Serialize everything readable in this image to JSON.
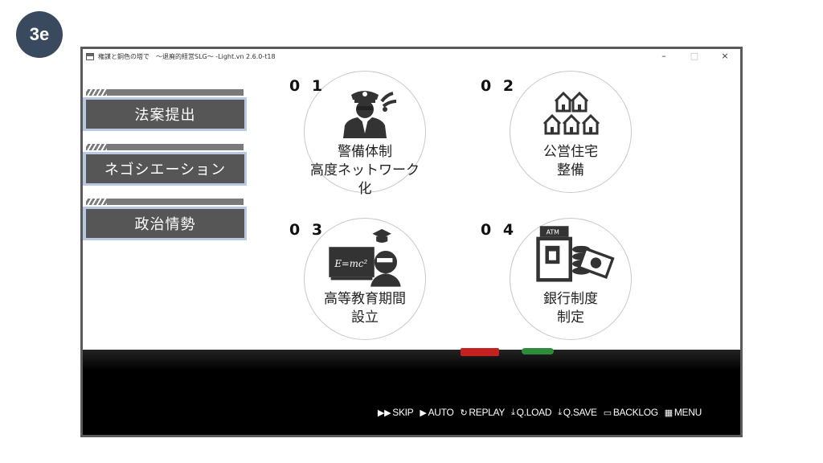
{
  "slide_badge": "3e",
  "window": {
    "title": "権謀と銅色の塔で　〜退廃的経営SLG〜 -Light.vn 2.6.0-t18",
    "controls": [
      "–",
      "□",
      "×"
    ]
  },
  "menu": [
    {
      "label": "法案提出"
    },
    {
      "label": "ネゴシエーション"
    },
    {
      "label": "政治情勢"
    }
  ],
  "options": [
    {
      "number": "0 1",
      "line1": "警備体制",
      "line2": "高度ネットワーク化",
      "icon": "police-network-icon"
    },
    {
      "number": "0 2",
      "line1": "公営住宅",
      "line2": "整備",
      "icon": "houses-icon"
    },
    {
      "number": "0 3",
      "line1": "高等教育期間",
      "line2": "設立",
      "icon": "education-icon",
      "board_text": "E=mc²"
    },
    {
      "number": "0 4",
      "line1": "銀行制度",
      "line2": "制定",
      "icon": "bank-atm-icon",
      "atm_text": "ATM"
    }
  ],
  "toolbar": {
    "skip": "SKIP",
    "auto": "AUTO",
    "replay": "REPLAY",
    "qload": "Q.LOAD",
    "qsave": "Q.SAVE",
    "backlog": "BACKLOG",
    "menu": "MENU"
  }
}
